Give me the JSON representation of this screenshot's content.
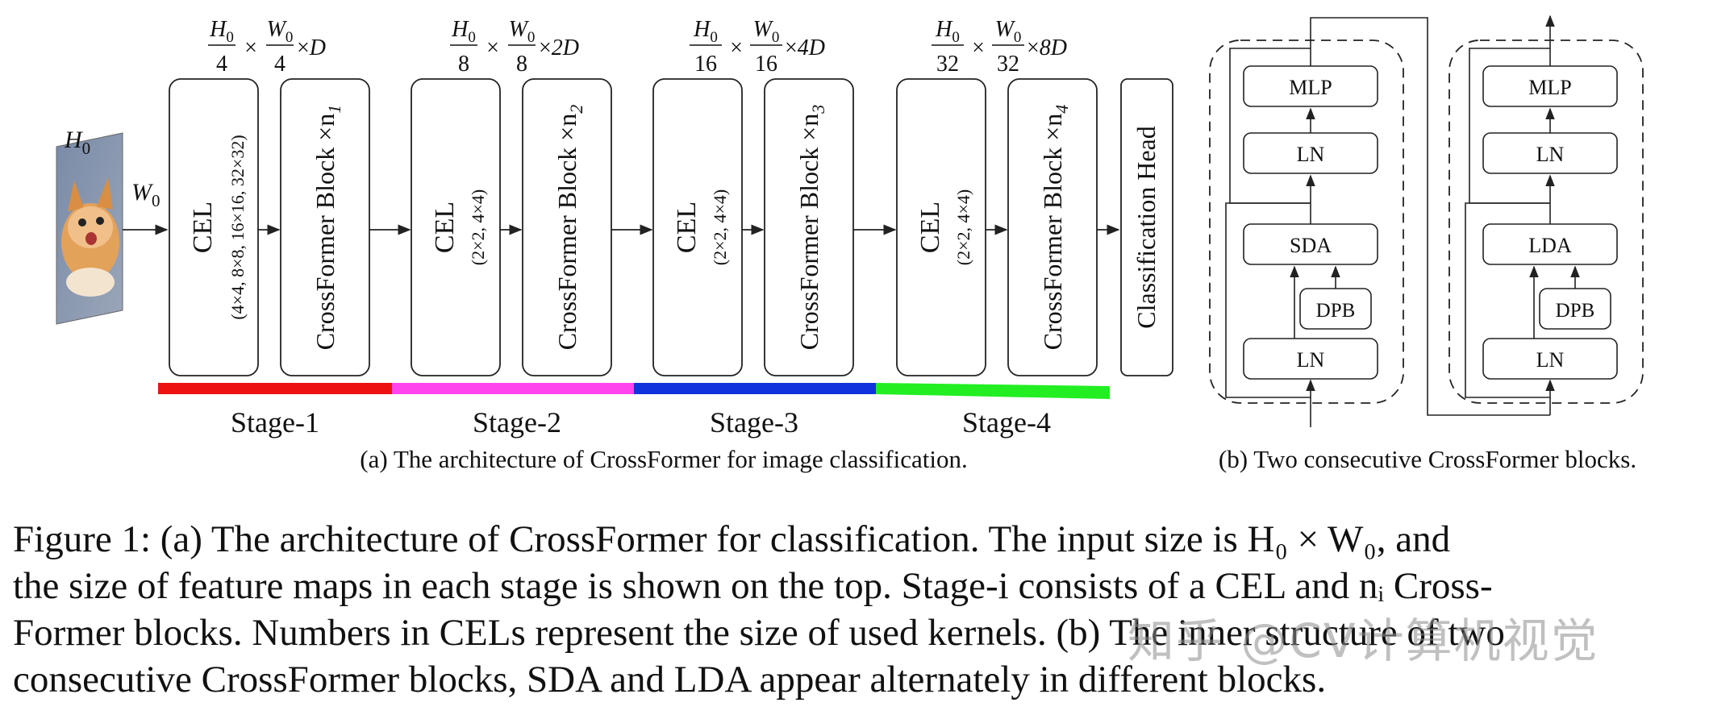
{
  "colors": {
    "stage1": "#ee1111",
    "stage2": "#ff44ee",
    "stage3": "#1133dd",
    "stage4": "#22ee22",
    "attention_label": "#cc1111",
    "stage3_text": "#1133cc",
    "stage4_text": "#22cc22"
  },
  "icons": {
    "input_image": "cat-photo"
  },
  "input": {
    "h_label": "H",
    "h_sub": "0",
    "w_label": "W",
    "w_sub": "0"
  },
  "sizes": [
    {
      "h_den": "4",
      "w_den": "4",
      "ch": "D"
    },
    {
      "h_den": "8",
      "w_den": "8",
      "ch": "2D"
    },
    {
      "h_den": "16",
      "w_den": "16",
      "ch": "4D"
    },
    {
      "h_den": "32",
      "w_den": "32",
      "ch": "8D"
    }
  ],
  "size_symbols": {
    "h": "H",
    "w": "W",
    "sub": "0",
    "times": "×"
  },
  "stages": [
    {
      "cel_title": "CEL",
      "cel_kernels": "(4×4, 8×8, 16×16, 32×32)",
      "block_label": "CrossFormer Block ×n",
      "block_sub": "1",
      "name": "Stage-1"
    },
    {
      "cel_title": "CEL",
      "cel_kernels": "(2×2, 4×4)",
      "block_label": "CrossFormer Block ×n",
      "block_sub": "2",
      "name": "Stage-2"
    },
    {
      "cel_title": "CEL",
      "cel_kernels": "(2×2, 4×4)",
      "block_label": "CrossFormer Block ×n",
      "block_sub": "3",
      "name": "Stage-3"
    },
    {
      "cel_title": "CEL",
      "cel_kernels": "(2×2, 4×4)",
      "block_label": "CrossFormer Block ×n",
      "block_sub": "4",
      "name": "Stage-4"
    }
  ],
  "head_label": "Classification Head",
  "subcaption_a": "(a) The architecture of CrossFormer for image classification.",
  "subcaption_b": "(b) Two consecutive CrossFormer blocks.",
  "blocks": [
    {
      "mlp": "MLP",
      "ln_top": "LN",
      "attention": "SDA",
      "dpb": "DPB",
      "ln_bottom": "LN"
    },
    {
      "mlp": "MLP",
      "ln_top": "LN",
      "attention": "LDA",
      "dpb": "DPB",
      "ln_bottom": "LN"
    }
  ],
  "caption": {
    "line1": "Figure 1: (a) The architecture of CrossFormer for classification.  The input size is H₀ × W₀, and",
    "line2": "the size of feature maps in each stage is shown on the top. Stage-i consists of a CEL and nᵢ Cross-",
    "line3": "Former blocks. Numbers in CELs represent the size of used kernels. (b) The inner structure of two",
    "line4": "consecutive CrossFormer blocks, SDA and LDA appear alternately in different blocks."
  },
  "watermark": "知乎 @CV计算机视觉"
}
